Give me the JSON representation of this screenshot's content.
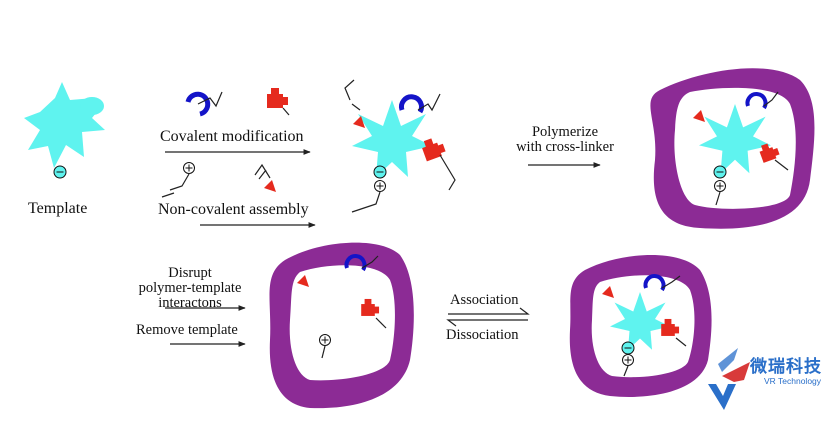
{
  "labels": {
    "template": "Template",
    "covalent": "Covalent modification",
    "noncovalent": "Non-covalent assembly",
    "polymerize_line1": "Polymerize",
    "polymerize_line2": "with cross-linker",
    "disrupt_line1": "Disrupt",
    "disrupt_line2": "polymer-template",
    "disrupt_line3": "interactons",
    "remove": "Remove template",
    "association": "Association",
    "dissociation": "Dissociation"
  },
  "logo": {
    "cn": "微瑞科技",
    "en": "VR Technology"
  },
  "colors": {
    "template": "#5ff3ef",
    "polymer": "#8c2b95",
    "covalent_monomer": "#1414c8",
    "noncovalent_monomer": "#e52a1e",
    "logo_blue": "#2a6fc9",
    "logo_red": "#d83a3a"
  },
  "icons": {
    "negative": "⊖",
    "positive": "⊕"
  }
}
